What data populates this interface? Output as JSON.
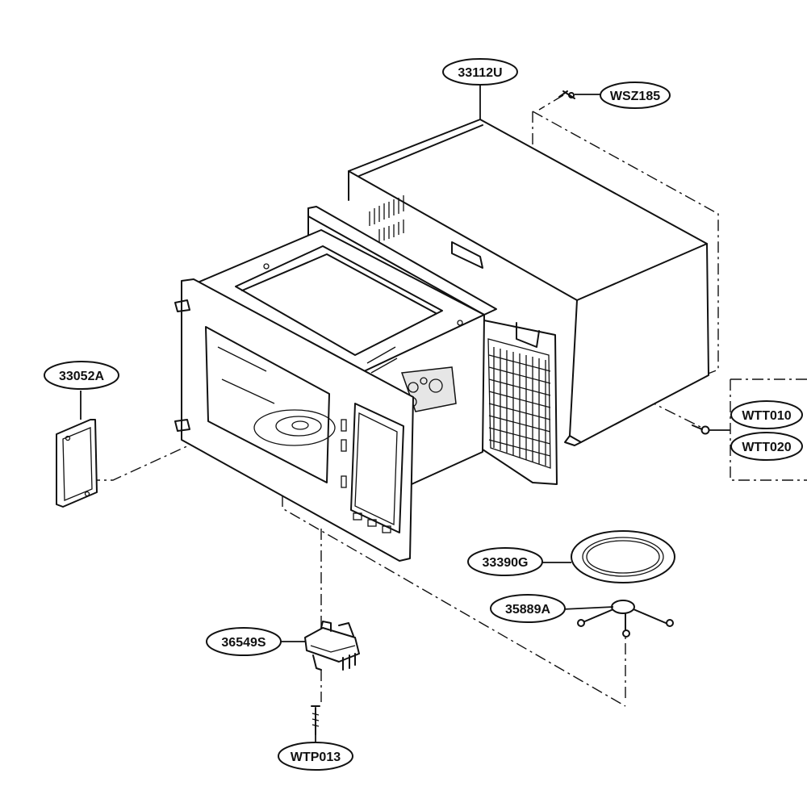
{
  "parts": {
    "cabinet": "33112U",
    "screw_top": "WSZ185",
    "cover_plate": "33052A",
    "screw_side_1": "WTT010",
    "screw_side_2": "WTT020",
    "turntable_tray": "33390G",
    "roller_ring": "35889A",
    "turntable_motor": "36549S",
    "motor_screw": "WTP013"
  },
  "colors": {
    "line": "#111111",
    "background": "#ffffff",
    "shade": "#e6e6e6"
  }
}
